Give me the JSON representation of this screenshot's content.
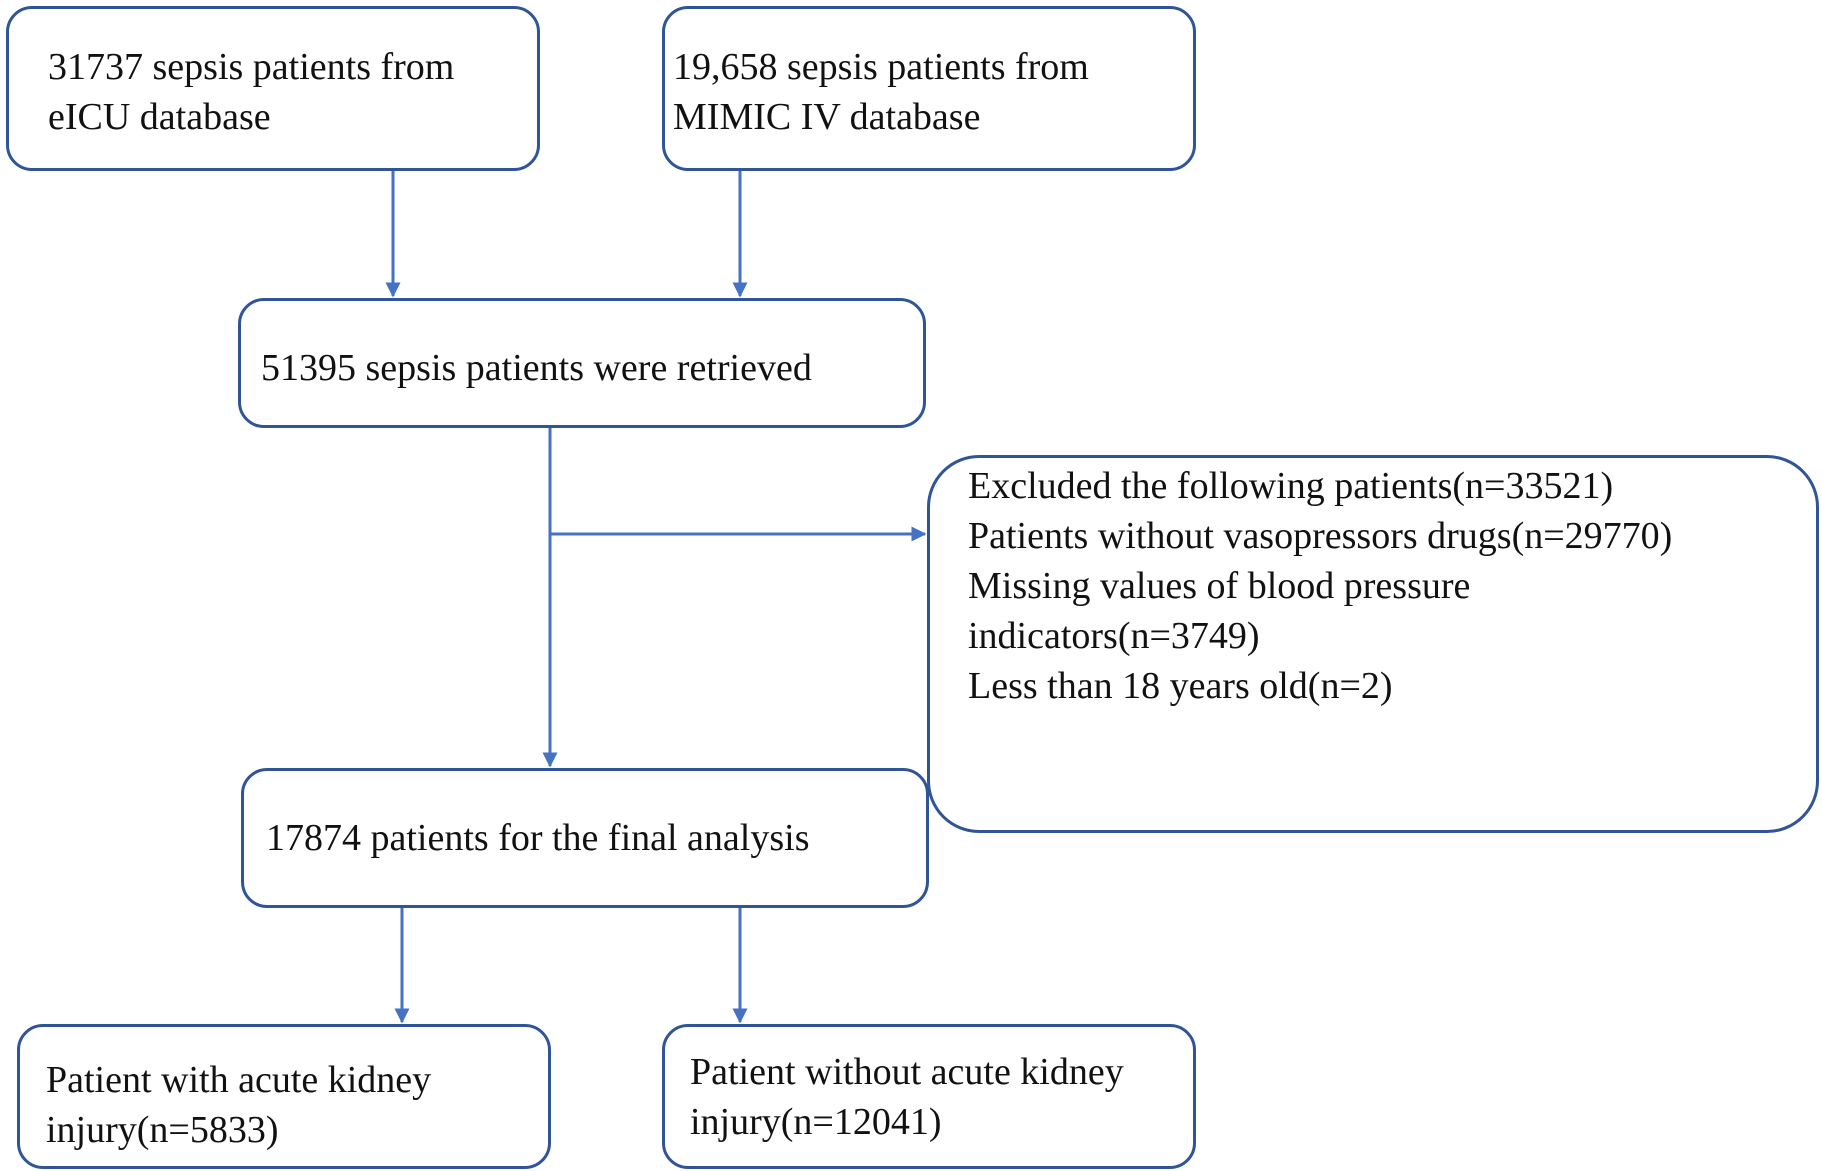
{
  "diagram": {
    "colors": {
      "box_border": "#2f5597",
      "arrow": "#4472c4",
      "text": "#111111",
      "background": "#ffffff"
    },
    "nodes": {
      "eicu": {
        "lines": [
          "31737 sepsis patients from",
          "eICU database"
        ]
      },
      "mimic": {
        "lines": [
          "19,658 sepsis patients from",
          "MIMIC IV database"
        ]
      },
      "retrieved": {
        "lines": [
          "51395 sepsis patients were retrieved"
        ]
      },
      "excluded": {
        "lines": [
          "Excluded the following patients(n=33521)",
          "Patients without vasopressors drugs(n=29770)",
          "Missing values of blood pressure",
          "indicators(n=3749)",
          "Less than 18 years old(n=2)"
        ]
      },
      "final": {
        "lines": [
          "17874 patients for the final analysis"
        ]
      },
      "aki": {
        "lines": [
          "Patient with acute kidney",
          "injury(n=5833)"
        ]
      },
      "no_aki": {
        "lines": [
          "Patient without acute kidney",
          "injury(n=12041)"
        ]
      }
    },
    "edges": [
      {
        "from": "eicu",
        "to": "retrieved"
      },
      {
        "from": "mimic",
        "to": "retrieved"
      },
      {
        "from": "retrieved",
        "to": "final"
      },
      {
        "from": "retrieved",
        "to": "excluded"
      },
      {
        "from": "final",
        "to": "aki"
      },
      {
        "from": "final",
        "to": "no_aki"
      }
    ]
  }
}
